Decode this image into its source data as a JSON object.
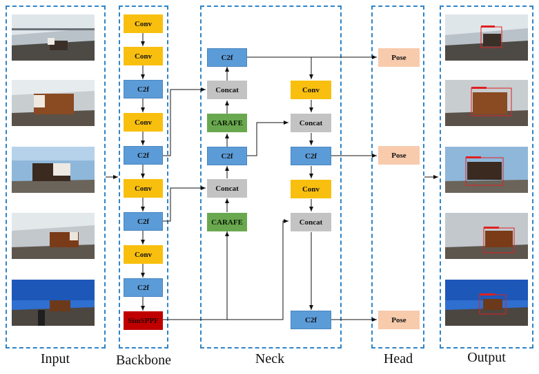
{
  "sections": {
    "input": "Input",
    "backbone": "Backbone",
    "neck": "Neck",
    "head": "Head",
    "output": "Output"
  },
  "backbone": {
    "b1": "Conv",
    "b2": "Conv",
    "b3": "C2f",
    "b4": "Conv",
    "b5": "C2f",
    "b6": "Conv",
    "b7": "C2f",
    "b8": "Conv",
    "b9": "C2f",
    "b10": "SimSPPF"
  },
  "neck": {
    "n_c2f_top": "C2f",
    "n_concat_1": "Concat",
    "n_carafe_1": "CARAFE",
    "n_c2f_mid": "C2f",
    "n_concat_2": "Concat",
    "n_carafe_2": "CARAFE",
    "n_conv_1": "Conv",
    "n_concat_3": "Concat",
    "n_c2f_3": "C2f",
    "n_conv_2": "Conv",
    "n_concat_4": "Concat",
    "n_c2f_4": "C2f"
  },
  "head": {
    "pose1": "Pose",
    "pose2": "Pose",
    "pose3": "Pose"
  },
  "colors": {
    "panel_border": "#2f83c6",
    "conv": "#f8bf0e",
    "c2f": "#5b9bd8",
    "concat": "#c3c3c3",
    "carafe": "#6aa84f",
    "pose": "#f7cbac",
    "simsppf": "#c00000"
  }
}
